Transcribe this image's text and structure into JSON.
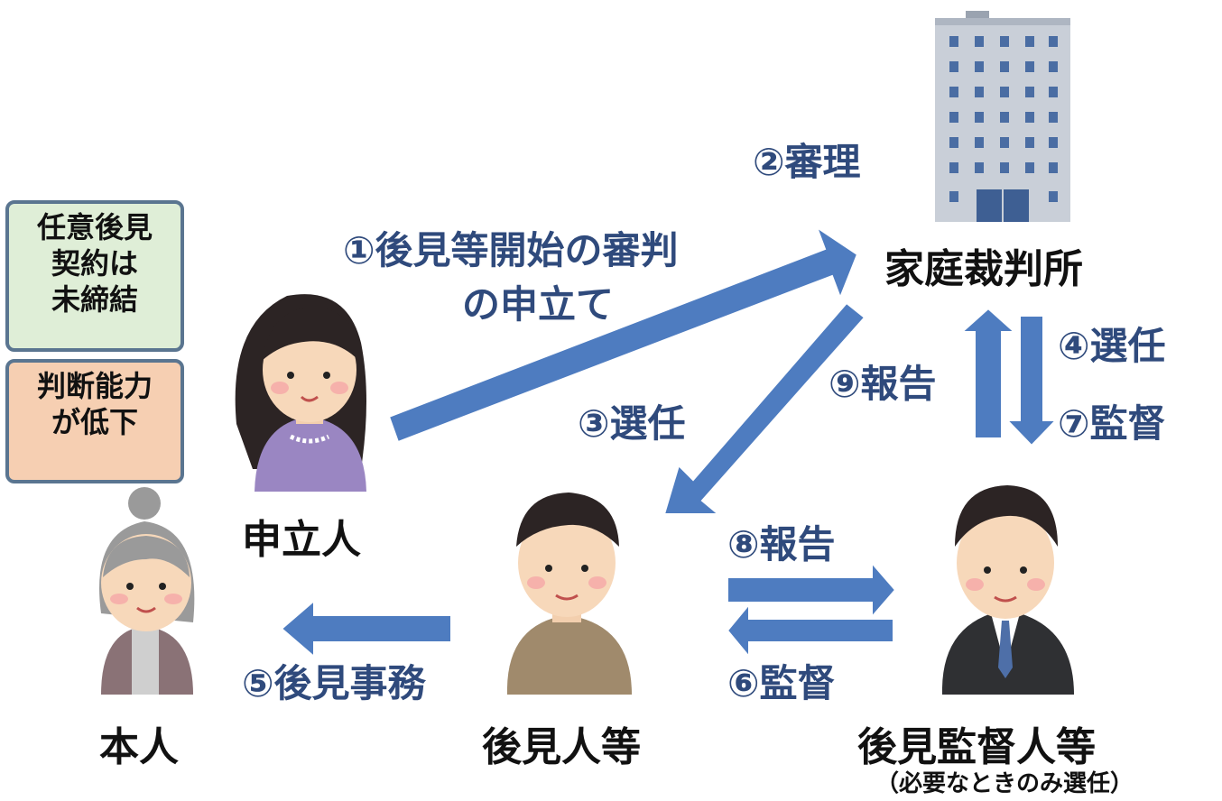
{
  "colors": {
    "arrow": "#4e7cc0",
    "label_blue": "#2f4a7c",
    "box_green_bg": "#dfeed7",
    "box_orange_bg": "#f6cfb2",
    "box_border": "#5a7590"
  },
  "status_boxes": [
    {
      "lines": [
        "任意後見",
        "契約は",
        "未締結"
      ]
    },
    {
      "lines": [
        "判断能力",
        "が低下"
      ]
    }
  ],
  "nodes": {
    "court": "家庭裁判所",
    "applicant": "申立人",
    "principal": "本人",
    "guardian": "後見人等",
    "supervisor": "後見監督人等",
    "supervisor_note": "（必要なときのみ選任）"
  },
  "edges": {
    "e1_line1": "①後見等開始の審判",
    "e1_line2": "の申立て",
    "e2": "②審理",
    "e3": "③選任",
    "e4": "④選任",
    "e5": "⑤後見事務",
    "e6": "⑥監督",
    "e7": "⑦監督",
    "e8": "⑧報告",
    "e9": "⑨報告"
  },
  "icons": [
    "office-building-icon",
    "woman-applicant-icon",
    "elderly-woman-icon",
    "man-guardian-icon",
    "man-in-suit-icon"
  ]
}
